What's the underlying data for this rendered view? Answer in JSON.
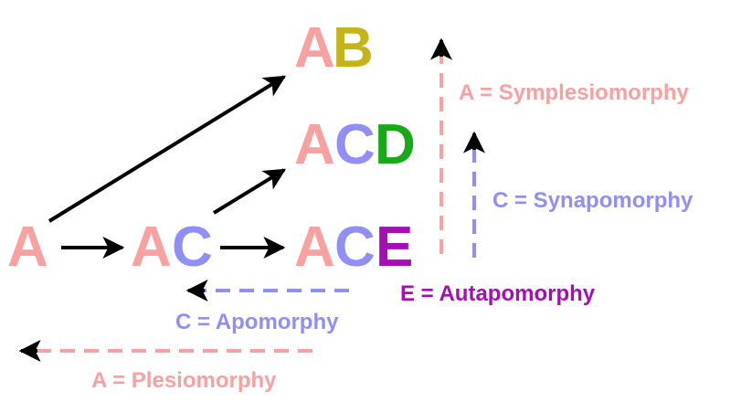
{
  "colors": {
    "pink": "#f9a0a0",
    "periwinkle": "#8f8ff7",
    "olive": "#c4b417",
    "green": "#18a818",
    "purple": "#a40fb2",
    "black": "#000000"
  },
  "nodes": {
    "a": [
      "A"
    ],
    "ac": [
      "A",
      "C"
    ],
    "ace": [
      "A",
      "C",
      "E"
    ],
    "ab": [
      "A",
      "B"
    ],
    "acd": [
      "A",
      "C",
      "D"
    ]
  },
  "labels": {
    "symplesiomorphy": "A = Symplesiomorphy",
    "synapomorphy": "C = Synapomorphy",
    "autapomorphy": "E = Autapomorphy",
    "apomorphy": "C = Apomorphy",
    "plesiomorphy": "A = Plesiomorphy"
  }
}
